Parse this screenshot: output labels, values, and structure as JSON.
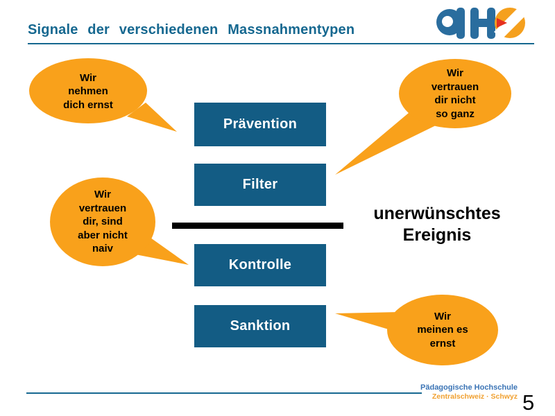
{
  "slide": {
    "title": "Signale der verschiedenen Massnahmentypen",
    "page_number": "5"
  },
  "logo": {
    "text": "PHZ"
  },
  "boxes": [
    {
      "label": "Prävention"
    },
    {
      "label": "Filter"
    },
    {
      "label": "Kontrolle"
    },
    {
      "label": "Sanktion"
    }
  ],
  "bubbles": [
    {
      "text": "Wir\nnehmen\ndich ernst"
    },
    {
      "text": "Wir\nvertrauen\ndir nicht\nso ganz"
    },
    {
      "text": "Wir\nvertrauen\ndir, sind\naber nicht\nnaiv"
    },
    {
      "text": "Wir\nmeinen es\nernst"
    }
  ],
  "event_label": "unerwünschtes\nEreignis",
  "footer": {
    "institution_line1": "Pädagogische Hochschule",
    "institution_line2": "Zentralschweiz · Schwyz"
  },
  "colors": {
    "box_blue": "#135C84",
    "title_blue": "#166890",
    "bubble_orange": "#F9A11B",
    "footer_blue": "#3B74B5",
    "footer_orange": "#F0A030",
    "logo_blue": "#2A6D9E",
    "logo_orange": "#F5A01E",
    "logo_red": "#E5301F"
  }
}
